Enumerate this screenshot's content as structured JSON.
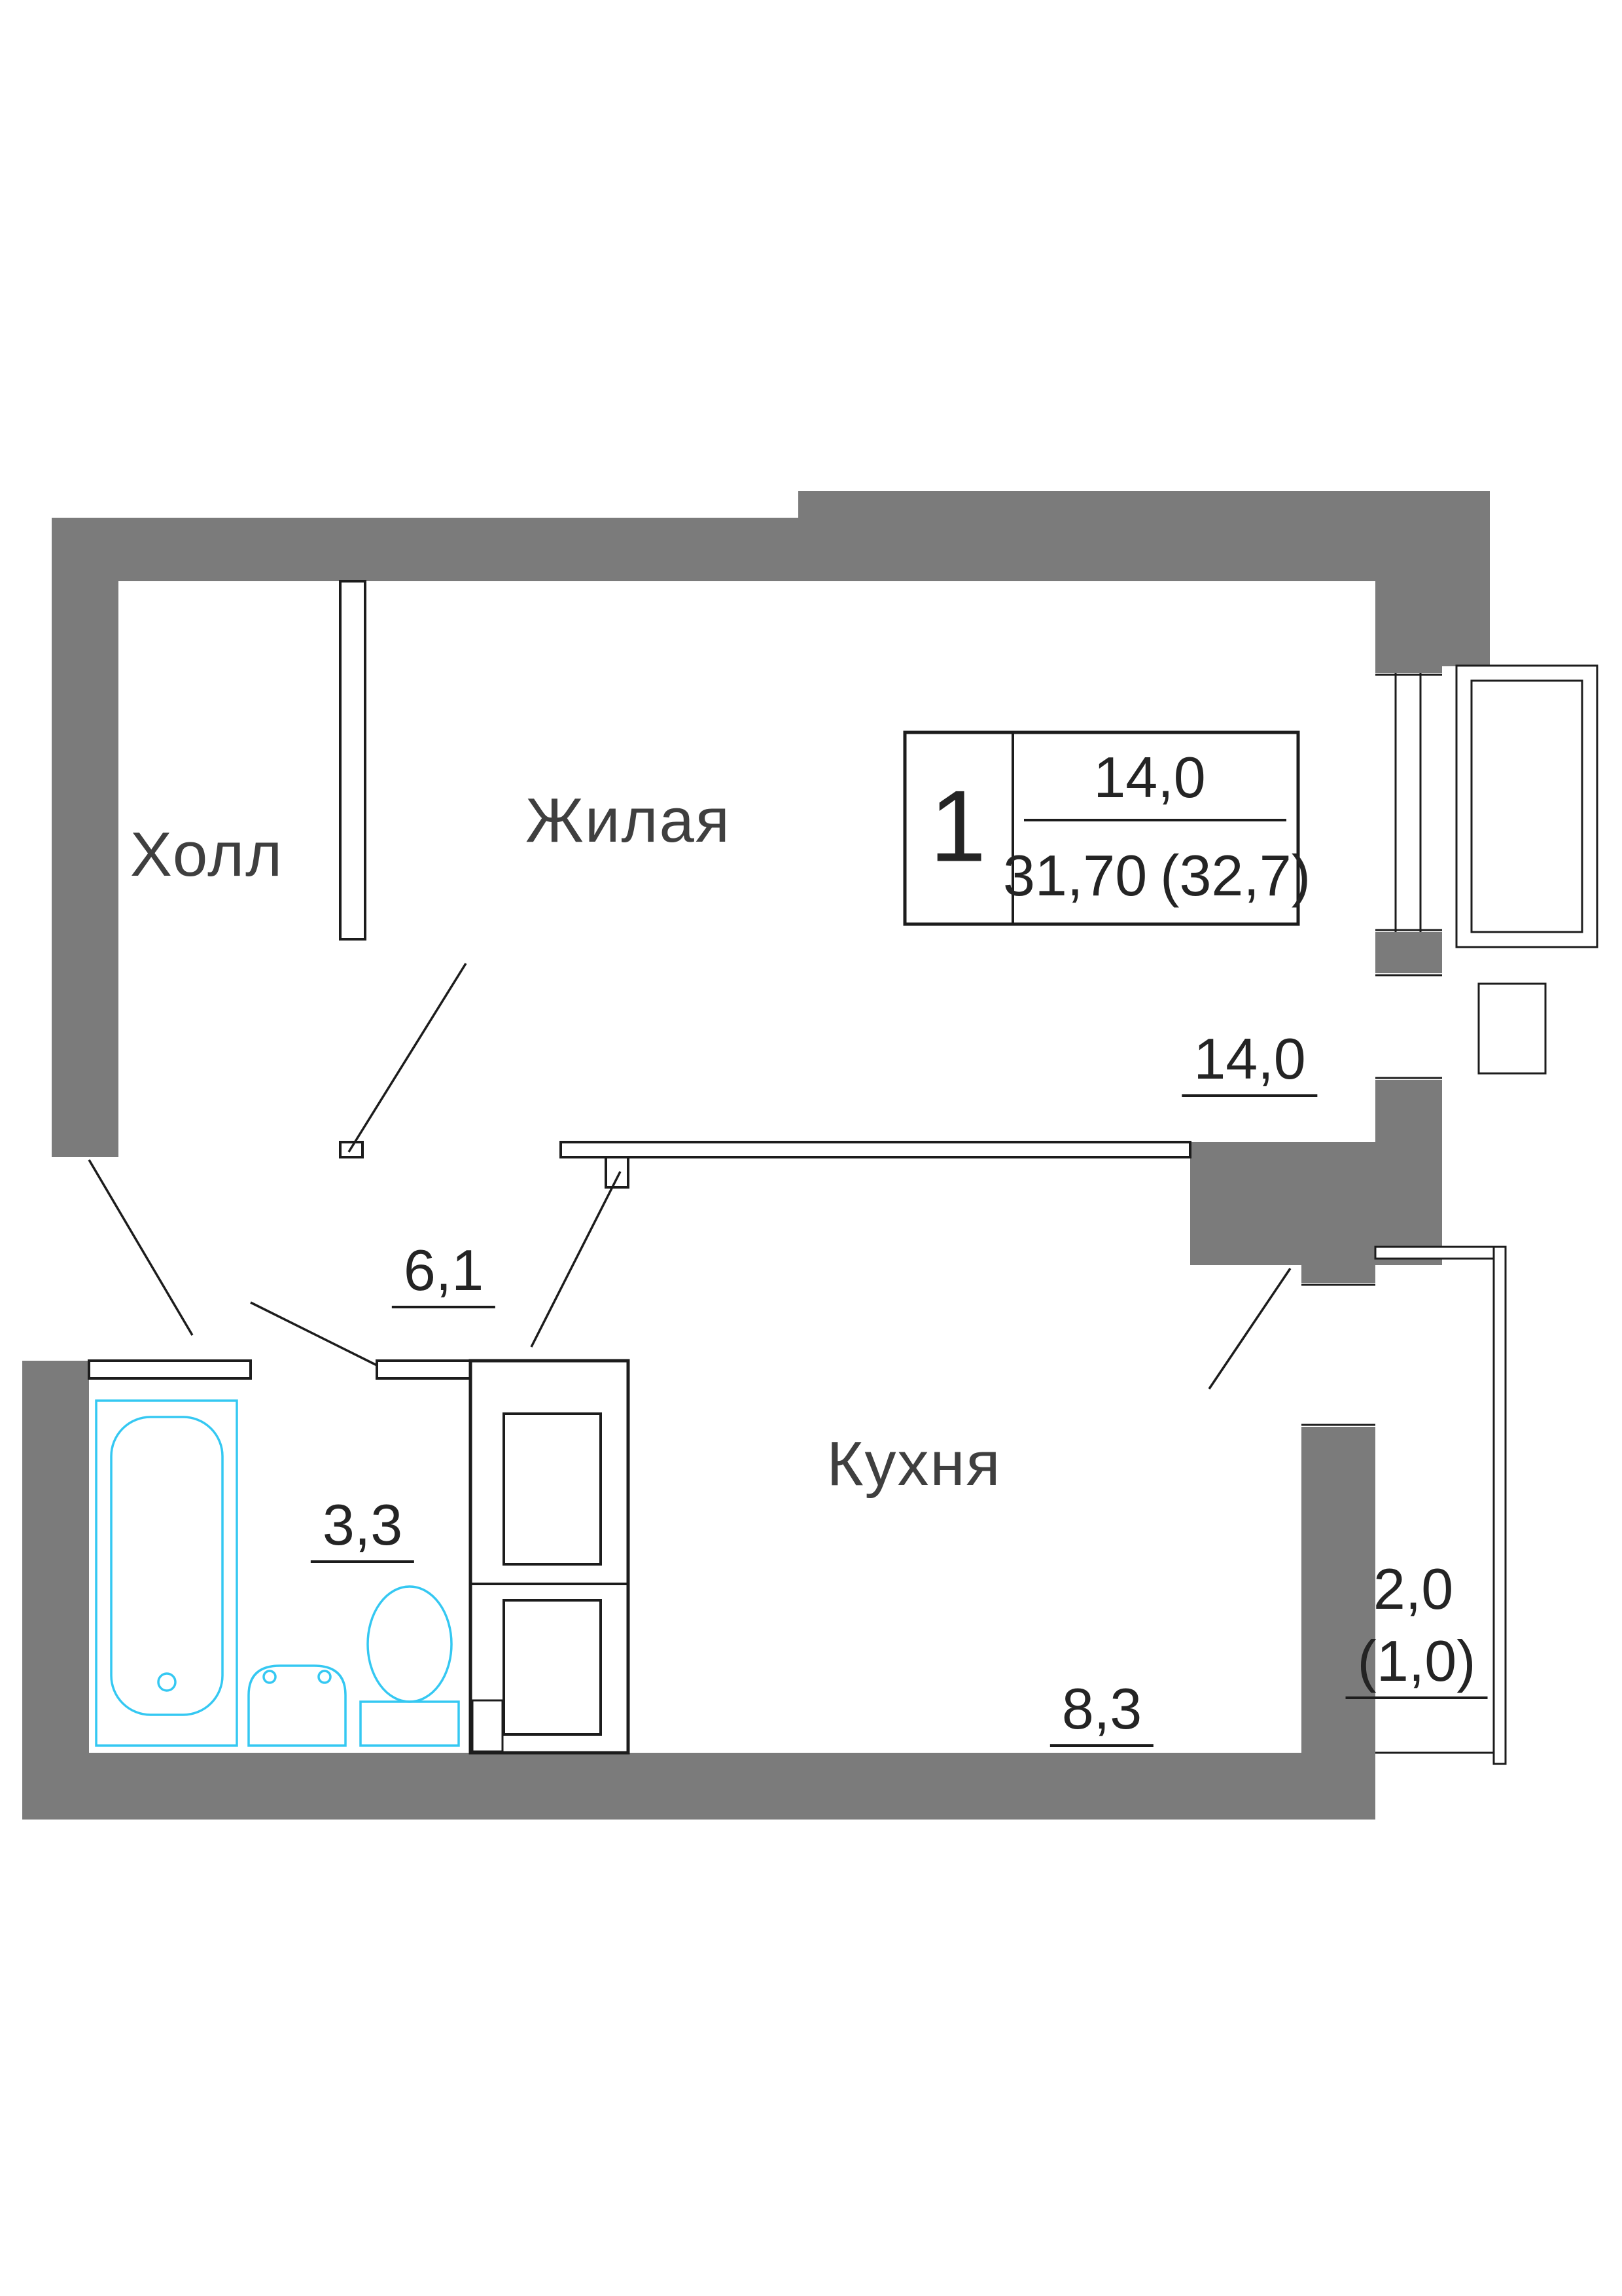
{
  "colors": {
    "wall": "#7b7b7b",
    "line": "#1c1c1c",
    "fixture": "#35c8f2"
  },
  "rooms": {
    "hall_label": "Холл",
    "living_label": "Жилая",
    "kitchen_label": "Кухня"
  },
  "areas": {
    "living": "14,0",
    "corridor": "6,1",
    "bathroom": "3,3",
    "kitchen": "8,3",
    "loggia": "2,0",
    "loggia_reduced": "(1,0)"
  },
  "info": {
    "room_count": "1",
    "living_area": "14,0",
    "total_area": "31,70",
    "total_area_reduced": "(32,7)"
  }
}
